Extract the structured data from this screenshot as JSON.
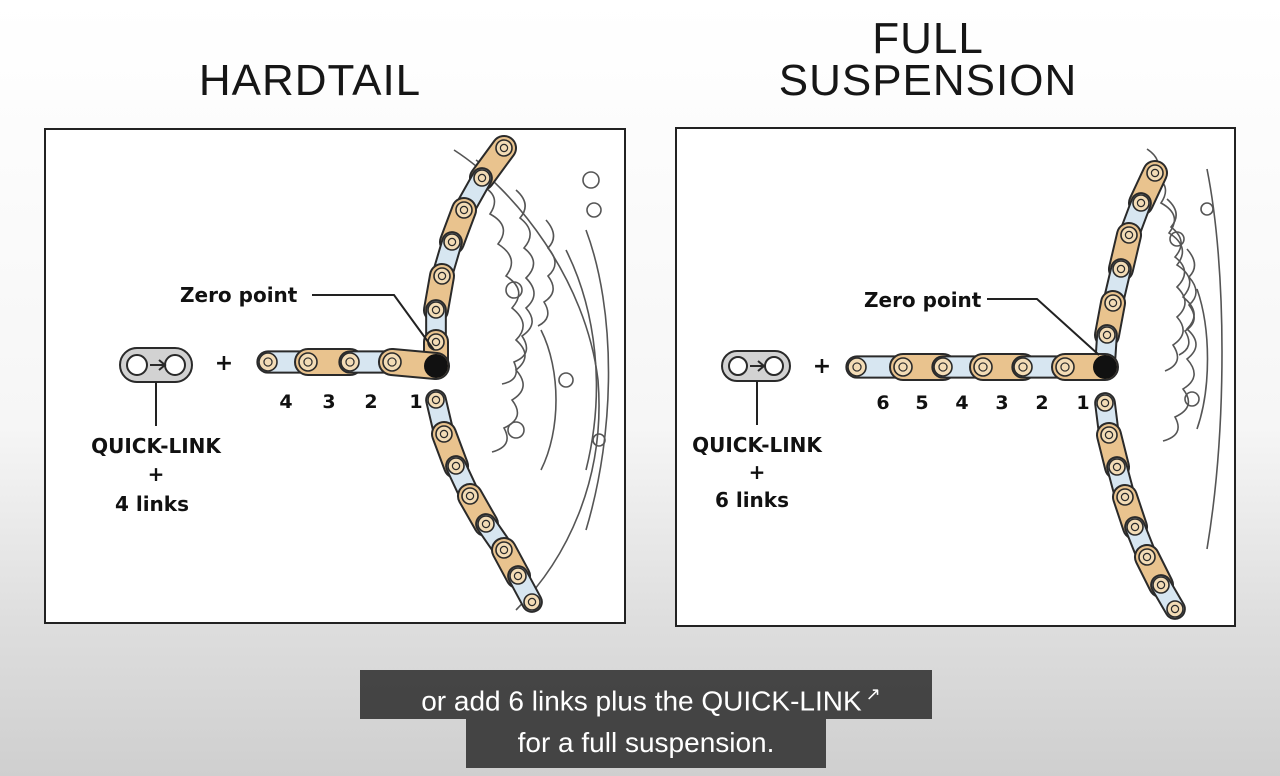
{
  "headings": {
    "hardtail": "HARDTAIL",
    "full_line1": "FULL",
    "full_line2": "SUSPENSION"
  },
  "hardtail": {
    "zero_point": "Zero point",
    "plus": "+",
    "link_numbers": [
      "4",
      "3",
      "2",
      "1"
    ],
    "quick_link_label": "QUICK-LINK",
    "quick_link_plus": "+",
    "links_label": "4 links"
  },
  "full": {
    "zero_point": "Zero point",
    "plus": "+",
    "link_numbers": [
      "6",
      "5",
      "4",
      "3",
      "2",
      "1"
    ],
    "quick_link_label": "QUICK-LINK",
    "quick_link_plus": "+",
    "links_label": "6 links"
  },
  "caption": {
    "line1": "or add 6 links plus the QUICK-LINK",
    "line2": "for a full suspension.",
    "external_icon": "external-link-icon"
  },
  "colors": {
    "outer_plate": "#e9c38e",
    "inner_plate": "#d7e6f1",
    "outline": "#2a2a2a"
  }
}
